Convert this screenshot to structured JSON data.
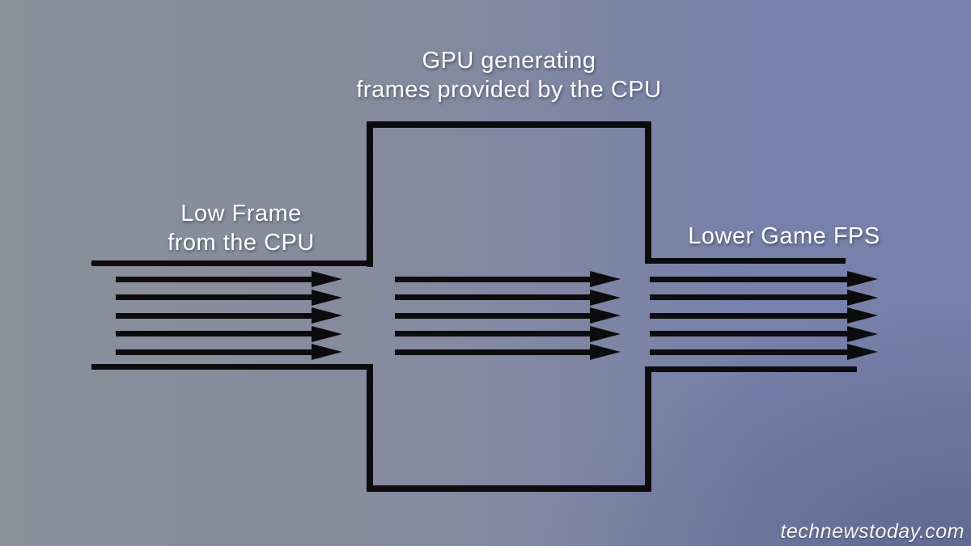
{
  "colors": {
    "line": "#0c0c0e",
    "text": "#ffffff",
    "background_gray": "#8a8f9a",
    "background_blue": "#7781a9",
    "background_dark_corner": "#646c93"
  },
  "labels": {
    "gpu_line1": "GPU generating",
    "gpu_line2": "frames provided by the CPU",
    "cpu_line1": "Low Frame",
    "cpu_line2": "from the CPU",
    "fps": "Lower Game FPS"
  },
  "watermark": "technewstoday.com",
  "flow_sections": [
    {
      "name": "cpu-frames-in",
      "arrow_count": 5
    },
    {
      "name": "gpu-processing",
      "arrow_count": 5
    },
    {
      "name": "game-fps-out",
      "arrow_count": 5
    }
  ]
}
